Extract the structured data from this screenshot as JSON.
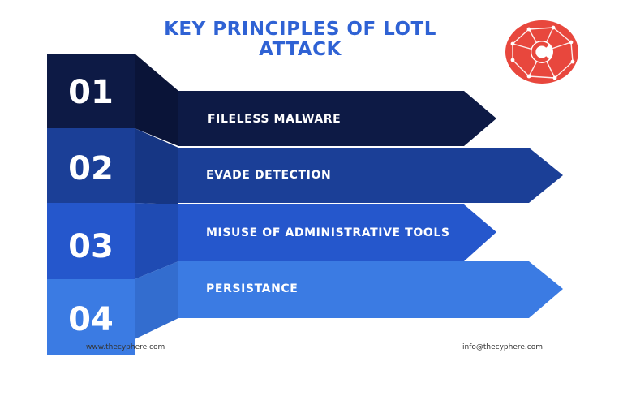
{
  "title_line1": "KEY PRINCIPLES OF LOTL",
  "title_line2": "ATTACK",
  "items": [
    {
      "number": "01",
      "label": "FILELESS MALWARE",
      "color": "#0d1a45"
    },
    {
      "number": "02",
      "label": "EVADE DETECTION",
      "color": "#1b3f97"
    },
    {
      "number": "03",
      "label": "MISUSE OF ADMINISTRATIVE TOOLS",
      "color": "#2557cc"
    },
    {
      "number": "04",
      "label": "PERSISTANCE",
      "color": "#3b7be3"
    }
  ],
  "footer_left": "www.thecyphere.com",
  "footer_right": "info@thecyphere.com",
  "colors": {
    "title": "#2f62d4",
    "logo": "#e8473d"
  }
}
